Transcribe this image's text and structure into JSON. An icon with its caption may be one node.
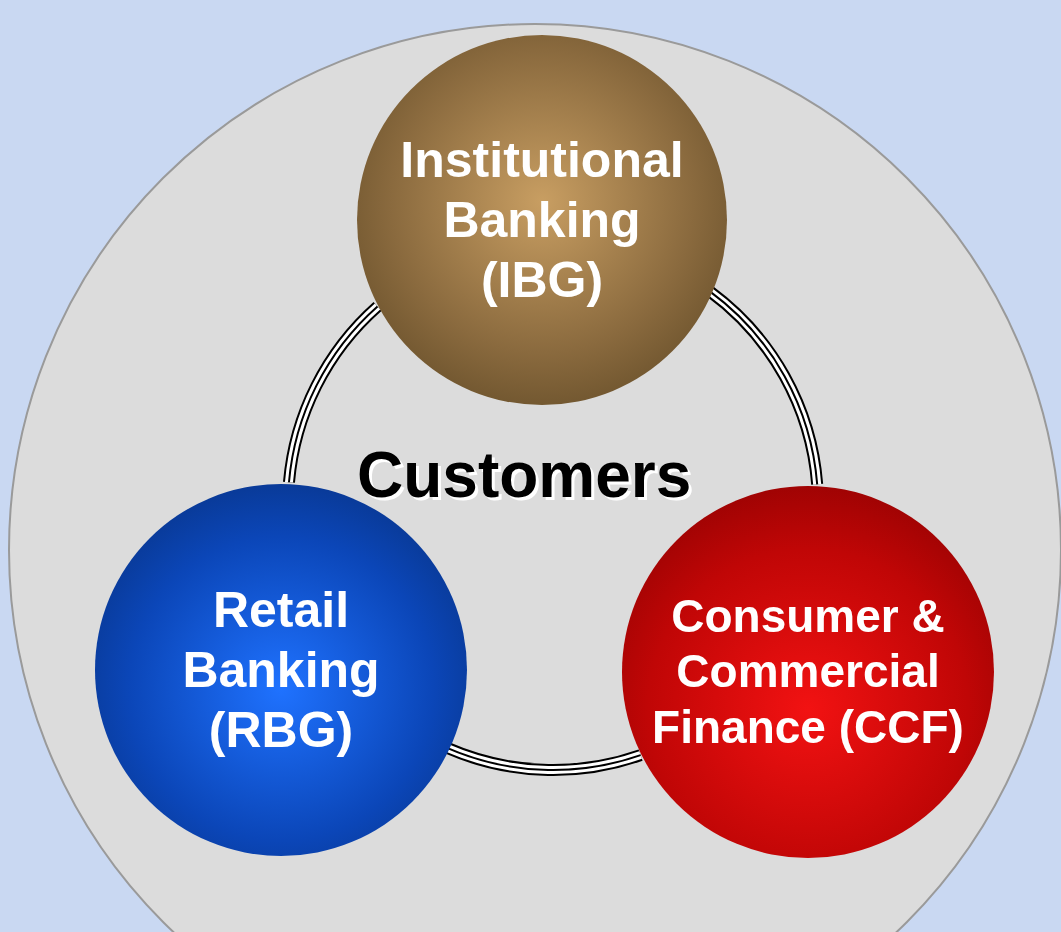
{
  "diagram": {
    "nodes": [
      {
        "text": [],
        "shape": "circle"
      },
      {
        "text": [
          "Institutional Banking (IBG)"
        ],
        "in": 0
      },
      {
        "text": [
          "Retail Banking (RBG)"
        ],
        "in": 0
      },
      {
        "text": [
          "Consumer & Commercial Finance (CCF)"
        ],
        "in": 0
      }
    ],
    "edges": [
      {
        "from": 1,
        "to": 3,
        "arrow": "none"
      },
      {
        "from": 3,
        "to": 2,
        "arrow": "none"
      },
      {
        "from": 2,
        "to": 1,
        "arrow": "none"
      }
    ],
    "labels": [
      "Customers"
    ]
  }
}
